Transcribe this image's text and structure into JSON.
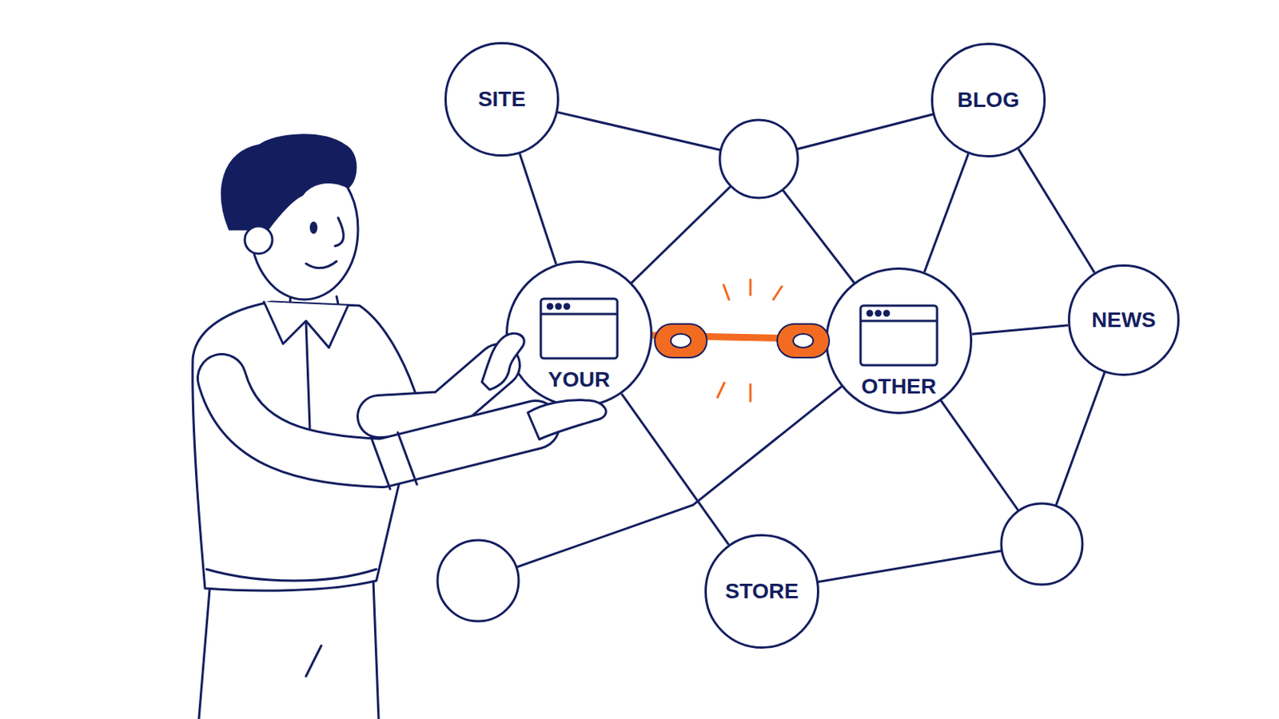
{
  "diagram": {
    "nodes": [
      {
        "text": [
          "SITE"
        ]
      },
      {
        "text": [
          "BLOG"
        ]
      },
      {
        "text": [
          "YOUR"
        ]
      },
      {
        "text": [
          "OTHER"
        ]
      },
      {
        "text": [
          "NEWS"
        ]
      },
      {
        "text": [
          "STORE"
        ]
      }
    ],
    "edges": [
      {
        "from": 0,
        "to": 2,
        "arrow": "none"
      },
      {
        "from": 1,
        "to": 3,
        "arrow": "none"
      },
      {
        "from": 1,
        "to": 4,
        "arrow": "none"
      },
      {
        "from": 3,
        "to": 4,
        "arrow": "none"
      },
      {
        "from": 2,
        "to": 5,
        "arrow": "none"
      },
      {
        "from": 2,
        "to": 3,
        "arrow": "none"
      }
    ]
  }
}
